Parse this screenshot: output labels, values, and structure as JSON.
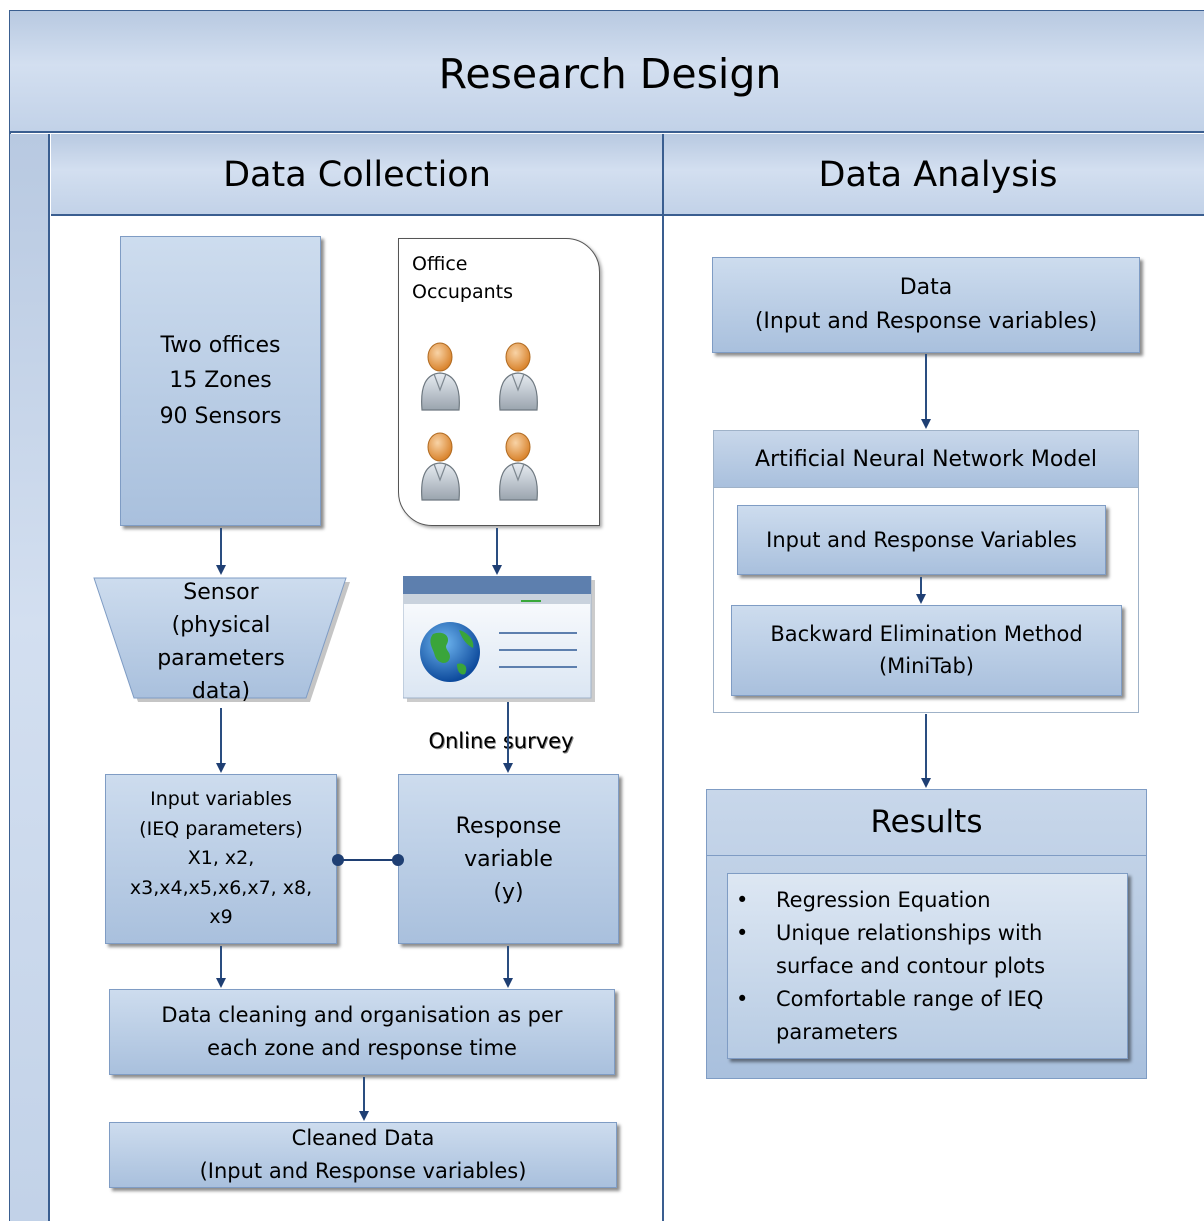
{
  "title": "Research Design",
  "lanes": {
    "collection": "Data Collection",
    "analysis": "Data Analysis"
  },
  "collection": {
    "offices": "Two offices\n15 Zones\n90 Sensors",
    "occupants_label": "Office\nOccupants",
    "sensor": "Sensor\n(physical\nparameters\ndata)",
    "online_survey": "Online survey",
    "input_variables": "Input variables\n(IEQ parameters)\nX1, x2,\nx3,x4,x5,x6,x7, x8,\nx9",
    "response_variable": "Response\nvariable\n(y)",
    "data_cleaning": "Data cleaning and organisation as per\neach zone and response time",
    "cleaned_data": "Cleaned Data\n(Input and Response variables)"
  },
  "analysis": {
    "data": "Data\n(Input and Response variables)",
    "ann_title": "Artificial Neural Network Model",
    "ann_input": "Input and Response Variables",
    "ann_backward": "Backward Elimination Method\n(MiniTab)",
    "results_title": "Results",
    "results_items": [
      "Regression Equation",
      "Unique relationships with\nsurface and contour plots",
      "Comfortable range of IEQ\nparameters"
    ]
  },
  "colors": {
    "line": "#3a5e90",
    "box_top": "#cddcee",
    "box_bottom": "#a9c0dd",
    "band": "#c2d2e8"
  }
}
